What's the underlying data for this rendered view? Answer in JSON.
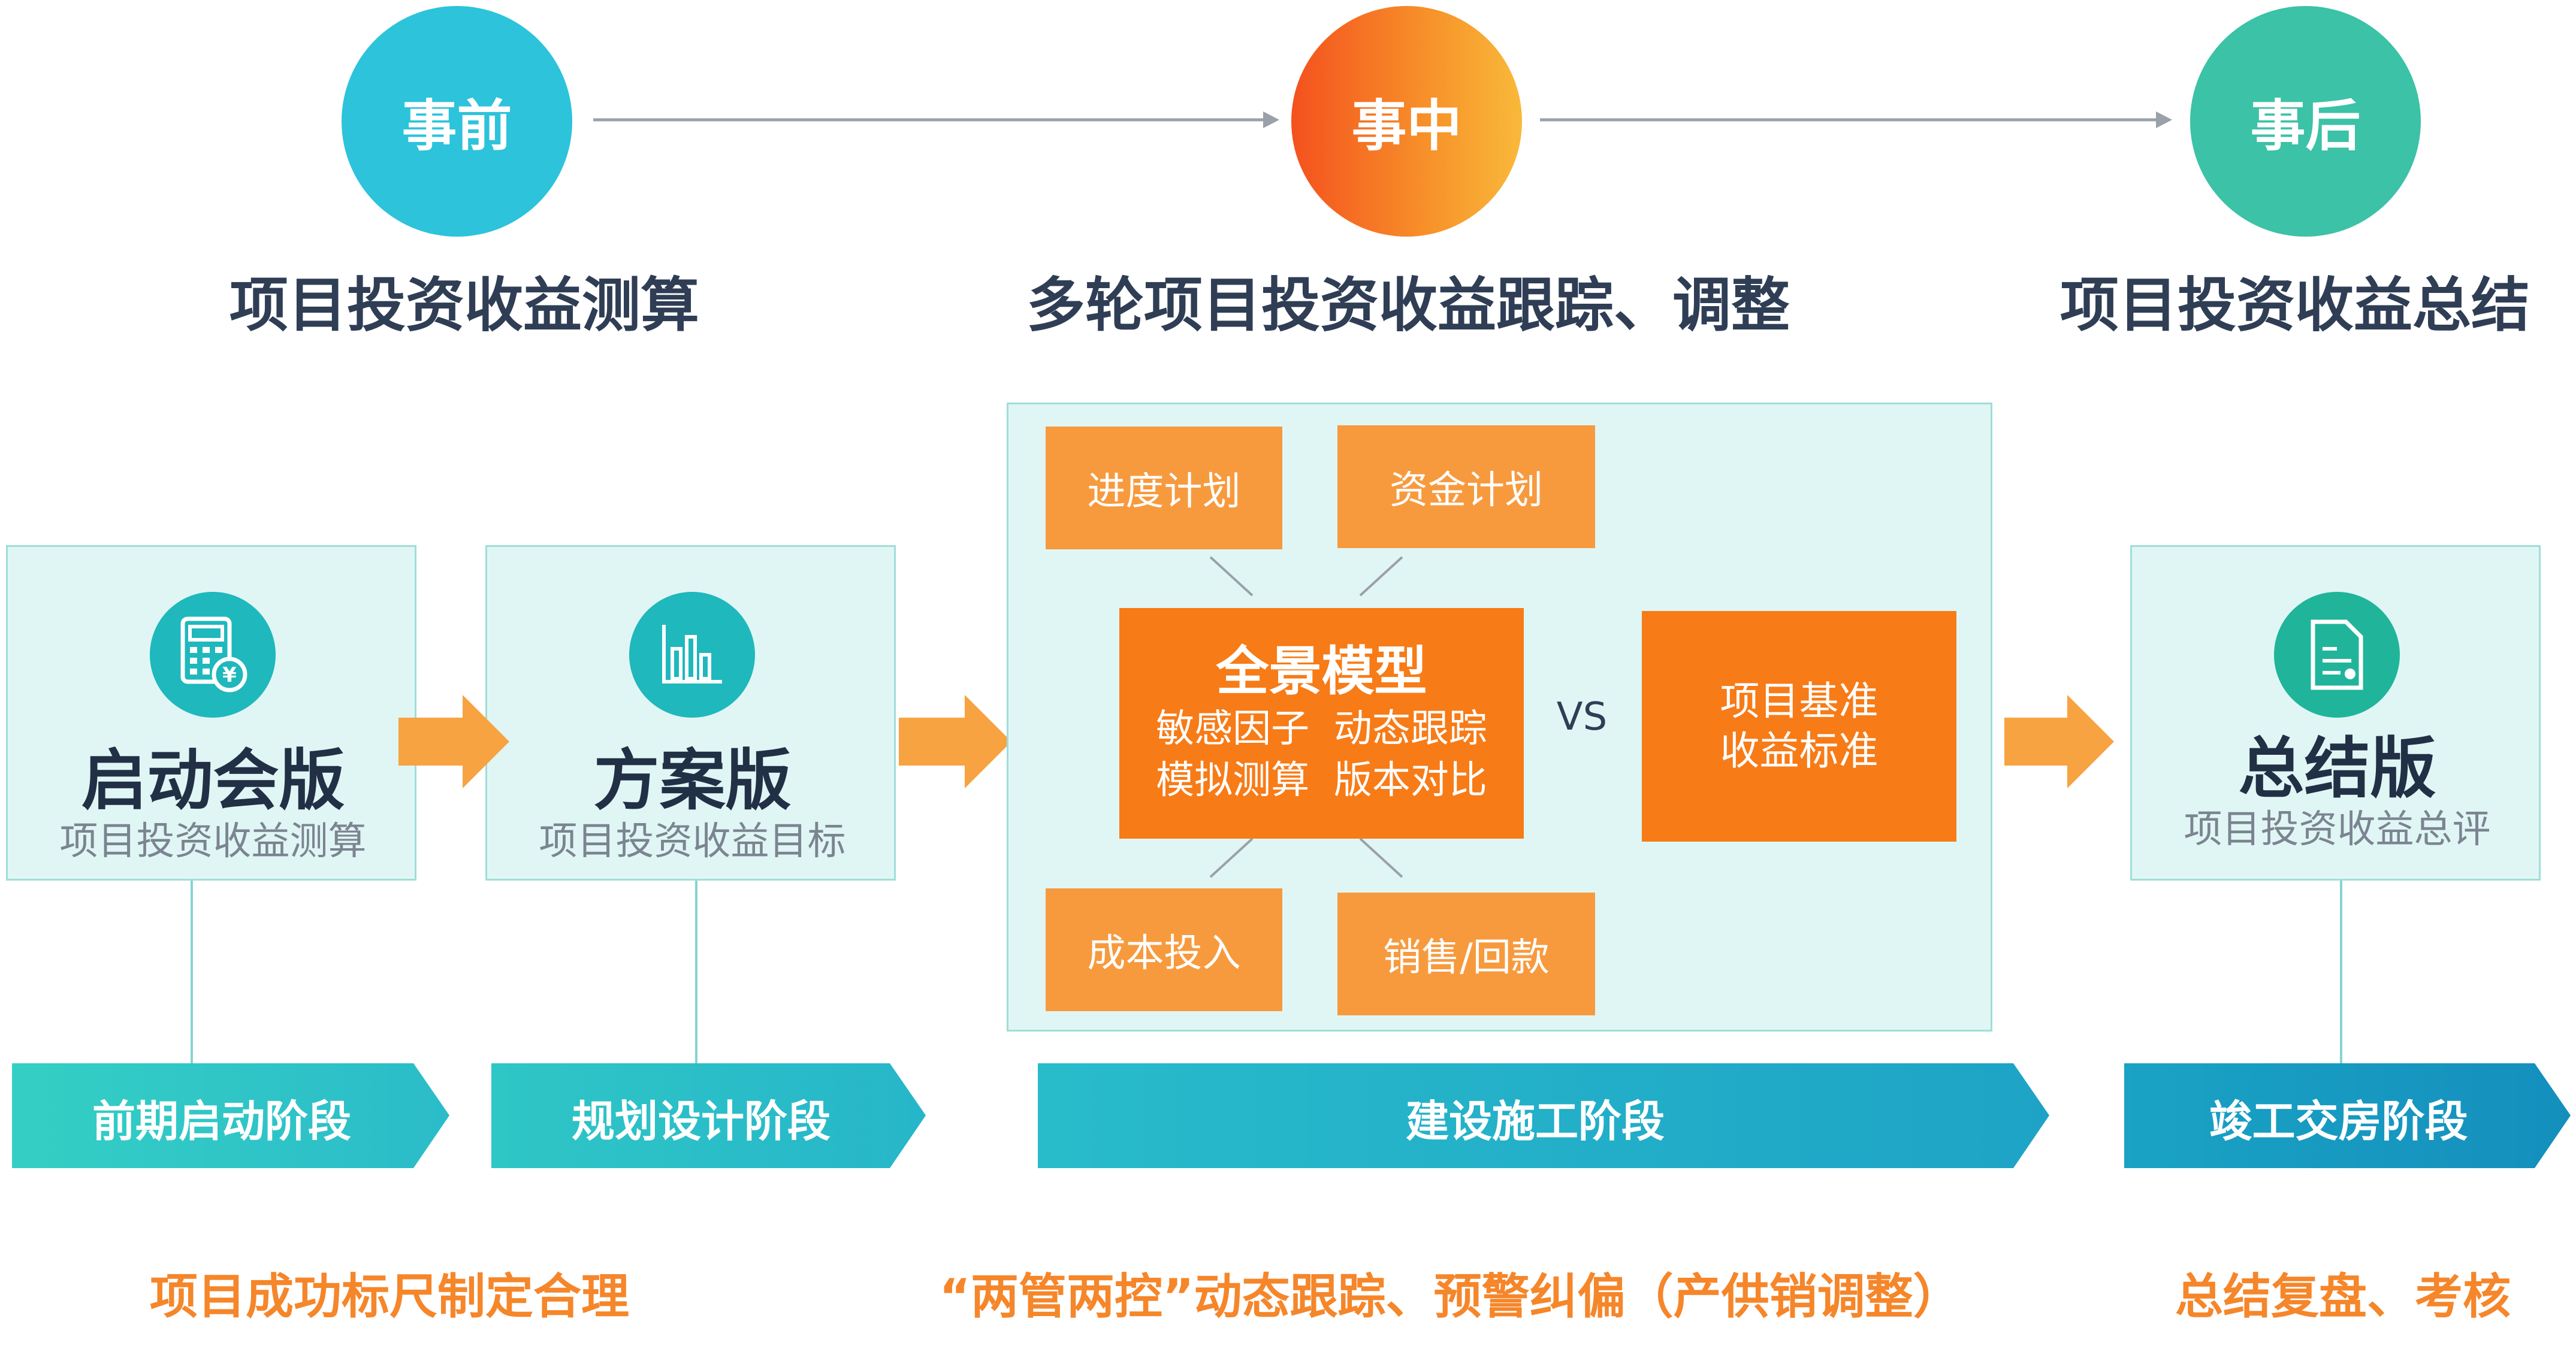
{
  "phases": {
    "before": {
      "circle": "事前",
      "title": "项目投资收益测算"
    },
    "during": {
      "circle": "事中",
      "title": "多轮项目投资收益跟踪、调整"
    },
    "after": {
      "circle": "事后",
      "title": "项目投资收益总结"
    }
  },
  "stages": {
    "kickoff": {
      "title": "启动会版",
      "subtitle": "项目投资收益测算",
      "icon": "calculator-icon"
    },
    "plan": {
      "title": "方案版",
      "subtitle": "项目投资收益目标",
      "icon": "bar-chart-icon"
    },
    "summary": {
      "title": "总结版",
      "subtitle": "项目投资收益总评",
      "icon": "document-icon"
    }
  },
  "construction": {
    "top_left": "进度计划",
    "top_right": "资金计划",
    "bottom_left": "成本投入",
    "bottom_right": "销售/回款",
    "model_title": "全景模型",
    "model_line1": "敏感因子  动态跟踪",
    "model_line2": "模拟测算  版本对比",
    "vs": "VS",
    "baseline_line1": "项目基准",
    "baseline_line2": "收益标准"
  },
  "banners": {
    "early": "前期启动阶段",
    "design": "规划设计阶段",
    "build": "建设施工阶段",
    "handover": "竣工交房阶段"
  },
  "notes": {
    "left": "项目成功标尺制定合理",
    "middle": "“两管两控”动态跟踪、预警纠偏（产供销调整）",
    "right": "总结复盘、考核"
  },
  "colors": {
    "teal": "#2cc3d4",
    "green": "#3cc2a6",
    "orange": "#f77b17",
    "light_orange": "#f79a3e",
    "arrow_orange": "#f7a341",
    "note_orange": "#f5862a",
    "banner_start": "#34cfc4",
    "banner_end": "#1a9cc4"
  }
}
